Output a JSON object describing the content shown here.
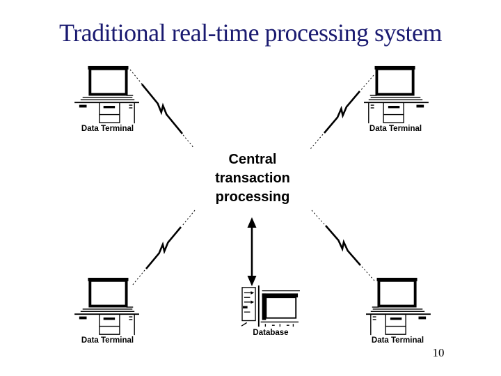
{
  "slide": {
    "title": "Traditional real-time processing system",
    "page_number": "10"
  },
  "colors": {
    "title_text": "#1a1a70",
    "diagram_ink": "#000000",
    "background": "#ffffff"
  },
  "diagram": {
    "center": {
      "lines": [
        "Central",
        "transaction",
        "processing"
      ]
    },
    "terminals": [
      {
        "position": "top-left",
        "label": "Data Terminal"
      },
      {
        "position": "top-right",
        "label": "Data Terminal"
      },
      {
        "position": "bottom-left",
        "label": "Data Terminal"
      },
      {
        "position": "bottom-right",
        "label": "Data Terminal"
      }
    ],
    "database": {
      "label": "Database"
    },
    "icons": {
      "terminal": "computer-terminal-icon",
      "database": "disk-storage-icon",
      "connectors": "lightning-connector",
      "center_arrow": "double-headed-arrow"
    }
  }
}
